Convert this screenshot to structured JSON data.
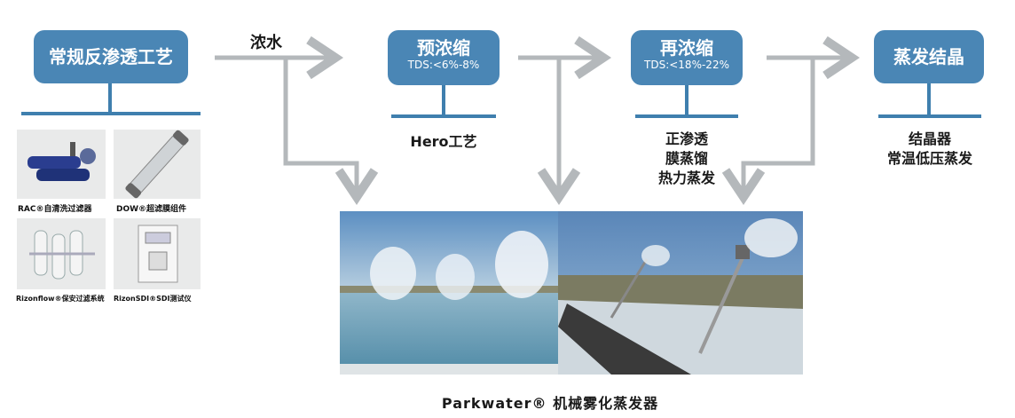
{
  "stages": {
    "ro": {
      "title": "常规反渗透工艺"
    },
    "pre": {
      "title": "预浓缩",
      "sub": "TDS:<6%-8%",
      "note": "Hero工艺"
    },
    "re": {
      "title": "再浓缩",
      "sub": "TDS:<18%-22%",
      "notes": [
        "正渗透",
        "膜蒸馏",
        "热力蒸发"
      ]
    },
    "cryst": {
      "title": "蒸发结晶",
      "notes": [
        "结晶器",
        "常温低压蒸发"
      ]
    }
  },
  "flow_label": "浓水",
  "products": [
    {
      "caption": "RAC®自清洗过滤器"
    },
    {
      "caption": "DOW®超滤膜组件"
    },
    {
      "caption": "Rizonflow®保安过滤系统"
    },
    {
      "caption": "RizonSDI®SDI测试仪"
    }
  ],
  "bottom_caption": "Parkwater® 机械雾化蒸发器",
  "colors": {
    "box": "#4a86b5",
    "bar": "#3f7fae",
    "arrow": "#b4b8bb"
  }
}
